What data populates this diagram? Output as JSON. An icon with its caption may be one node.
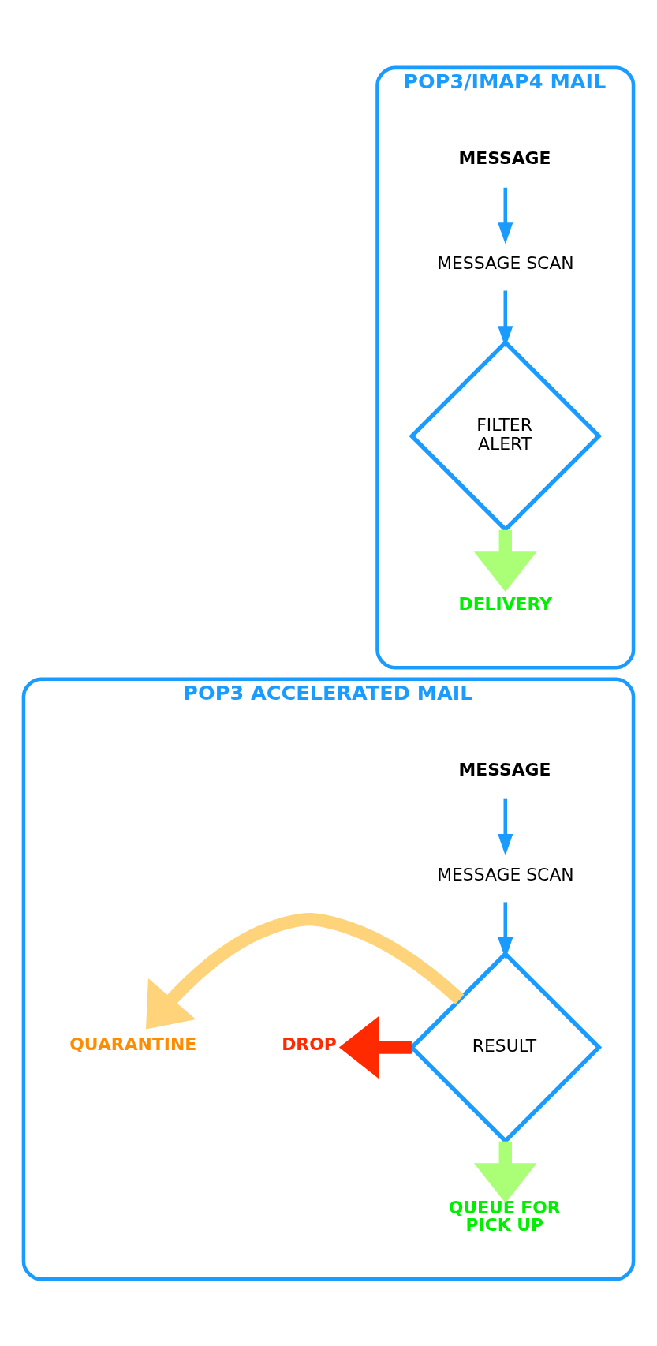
{
  "diagram": {
    "nodes": [
      {
        "text": [
          "POP3/IMAP4 MAIL"
        ]
      },
      {
        "text": [
          "MESSAGE"
        ],
        "in": 0
      },
      {
        "text": [
          "MESSAGE SCAN"
        ],
        "in": 0
      },
      {
        "text": [
          "FILTER ALERT"
        ],
        "in": 0
      },
      {
        "text": [
          "DELIVERY"
        ],
        "in": 0
      },
      {
        "text": [
          "POP3 ACCELERATED MAIL"
        ]
      },
      {
        "text": [
          "MESSAGE"
        ],
        "in": 5
      },
      {
        "text": [
          "MESSAGE SCAN"
        ],
        "in": 5
      },
      {
        "text": [
          "DROP"
        ],
        "in": 5
      },
      {
        "text": [
          "RESULT"
        ],
        "in": 5
      },
      {
        "text": [
          "QUARANTINE"
        ],
        "in": 5
      },
      {
        "text": [
          "QUEUE FOR PICK UP"
        ],
        "in": 5
      }
    ],
    "edges": [
      {
        "from": 1,
        "to": 2,
        "arrow": "to"
      },
      {
        "from": 2,
        "to": 3,
        "arrow": "to"
      },
      {
        "from": 3,
        "to": 4,
        "arrow": "to",
        "style": "thick",
        "color": "#aaff77"
      },
      {
        "from": 6,
        "to": 7,
        "arrow": "to"
      },
      {
        "from": 7,
        "to": 9,
        "arrow": "to"
      },
      {
        "from": 9,
        "to": 8,
        "arrow": "to",
        "style": "thick",
        "color": "#ff2a00"
      },
      {
        "from": 9,
        "to": 10,
        "arrow": "to",
        "style": "thick",
        "color": "#ffd37a"
      },
      {
        "from": 9,
        "to": 11,
        "arrow": "to",
        "style": "thick",
        "color": "#aaff77"
      }
    ]
  }
}
